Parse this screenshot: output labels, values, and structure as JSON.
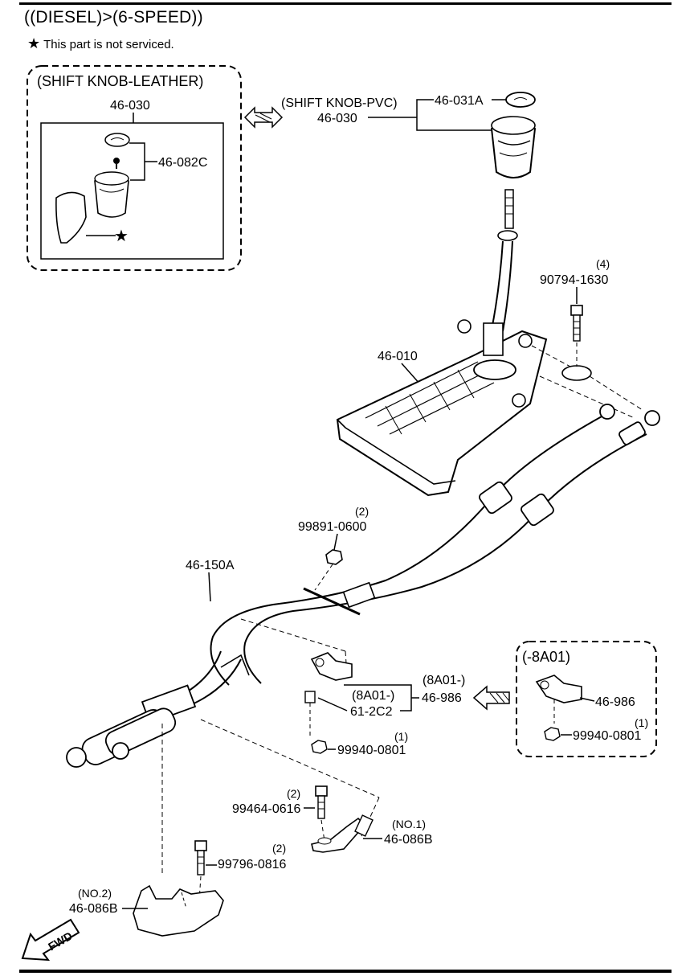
{
  "header": {
    "title": "((DIESEL)>(6-SPEED))",
    "note_symbol": "★",
    "note_text": "This part is not serviced."
  },
  "inset_leather": {
    "heading": "(SHIFT KNOB-LEATHER)",
    "knob_part": "46-030",
    "cap_part": "46-082C",
    "boot_symbol": "★"
  },
  "pvc_knob": {
    "heading": "(SHIFT KNOB-PVC)",
    "knob_part": "46-030",
    "cap_part": "46-031A"
  },
  "parts": {
    "bolt": {
      "qty": "(4)",
      "num": "90794-1630"
    },
    "shift_lever": {
      "num": "46-010"
    },
    "nut_top": {
      "qty": "(2)",
      "num": "99891-0600"
    },
    "cable": {
      "num": "46-150A"
    },
    "bracket_group": {
      "cond_a": "(8A01-)",
      "cond_b": "(8A01-)",
      "num_a": "46-986",
      "num_b": "61-2C2"
    },
    "nut_mid": {
      "qty": "(1)",
      "num": "99940-0801"
    },
    "bolt_no1": {
      "qty": "(2)",
      "num": "99464-0616"
    },
    "bracket_no1": {
      "tag": "(NO.1)",
      "num": "46-086B"
    },
    "bolt_no2": {
      "qty": "(2)",
      "num": "99796-0816"
    },
    "bracket_no2": {
      "tag": "(NO.2)",
      "num": "46-086B"
    }
  },
  "inset_8a01": {
    "heading": "(-8A01)",
    "bracket_num": "46-986",
    "nut_qty": "(1)",
    "nut_num": "99940-0801"
  },
  "fwd_label": "FWD"
}
